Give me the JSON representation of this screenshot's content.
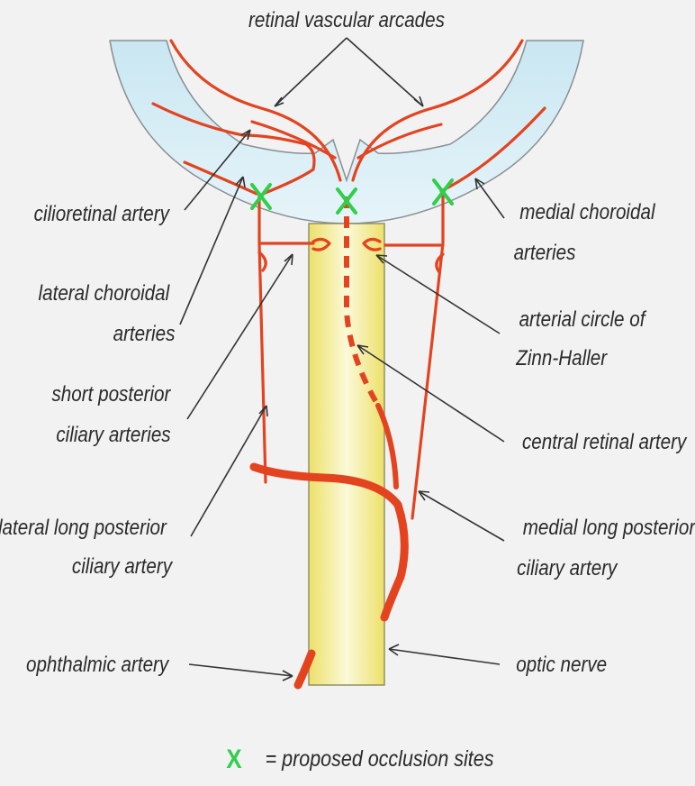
{
  "labels": {
    "retinal_vascular_arcades": "retinal vascular arcades",
    "cilioretinal_artery": "cilioretinal artery",
    "lateral_choroidal_arteries": [
      "lateral choroidal",
      "arteries"
    ],
    "short_posterior_ciliary_arteries": [
      "short posterior",
      "ciliary arteries"
    ],
    "lateral_long_posterior_ciliary_artery": [
      "lateral long posterior",
      "ciliary artery"
    ],
    "ophthalmic_artery": "ophthalmic artery",
    "medial_choroidal_arteries": [
      "medial choroidal",
      "arteries"
    ],
    "arterial_circle_of_zinn_haller": [
      "arterial circle of",
      "Zinn-Haller"
    ],
    "central_retinal_artery": "central retinal artery",
    "medial_long_posterior_ciliary_artery": [
      "medial long posterior",
      "ciliary artery"
    ],
    "optic_nerve": "optic nerve"
  },
  "legend": {
    "marker": "X",
    "text": "= proposed occlusion sites"
  },
  "colors": {
    "artery": "#e4431f",
    "occlusion_marker": "#2fcf4a",
    "optic_nerve": "#f3ec86",
    "globe": "#d6eef6",
    "background": "#f2f2f2"
  }
}
